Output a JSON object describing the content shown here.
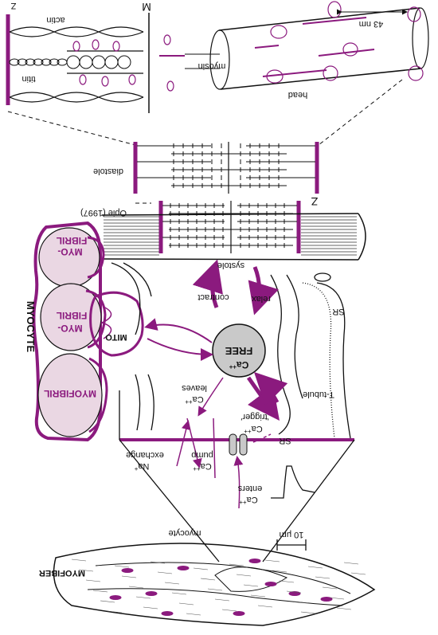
{
  "figure": {
    "labels": {
      "z_top": "Z",
      "actin": "actin",
      "m_line": "M",
      "nm_43": "43 nm",
      "titin": "titin",
      "myosin": "myosin",
      "head": "head",
      "diastole": "diastole",
      "citation": "Opie (1997)",
      "z_mid": "Z",
      "systole": "systole",
      "myofibril_top_a": "MYO-",
      "myofibril_top_b": "FIBRIL",
      "myofibril_mid_a": "MYO-",
      "myofibril_mid_b": "FIBRIL",
      "myofibril_bottom": "MYOFIBRIL",
      "myocyte": "MYOCYTE",
      "mito": "MITO",
      "contract": "contract",
      "relax": "relax",
      "free_ca": "FREE",
      "free_ca_ion": "Ca",
      "free_ca_charge": "++",
      "sr_right": "SR",
      "ca_leaves_ion": "Ca",
      "ca_leaves_charge": "++",
      "ca_leaves_text": "leaves",
      "trigger": "'trigger'",
      "trigger_ca_ion": "Ca",
      "trigger_ca_charge": "++",
      "sr_bottom": "SR",
      "t_tubule": "T-tubule",
      "na_exchange_ion": "Na",
      "na_exchange_charge": "+",
      "na_exchange_text": "exchange",
      "pump": "pump",
      "pump_ca_ion": "Ca",
      "pump_ca_charge": "++",
      "ca_enters_text": "enters",
      "ca_enters_ion": "Ca",
      "ca_enters_charge": "++",
      "scale": "10 μm",
      "myocyte_small": "myocyte",
      "myofiber": "MYOFIBER"
    },
    "colors": {
      "accent": "#8b1a7e",
      "fibril_fill": "#ead7e3",
      "free_ca_fill": "#c9c9c9",
      "ink": "#111111"
    }
  }
}
